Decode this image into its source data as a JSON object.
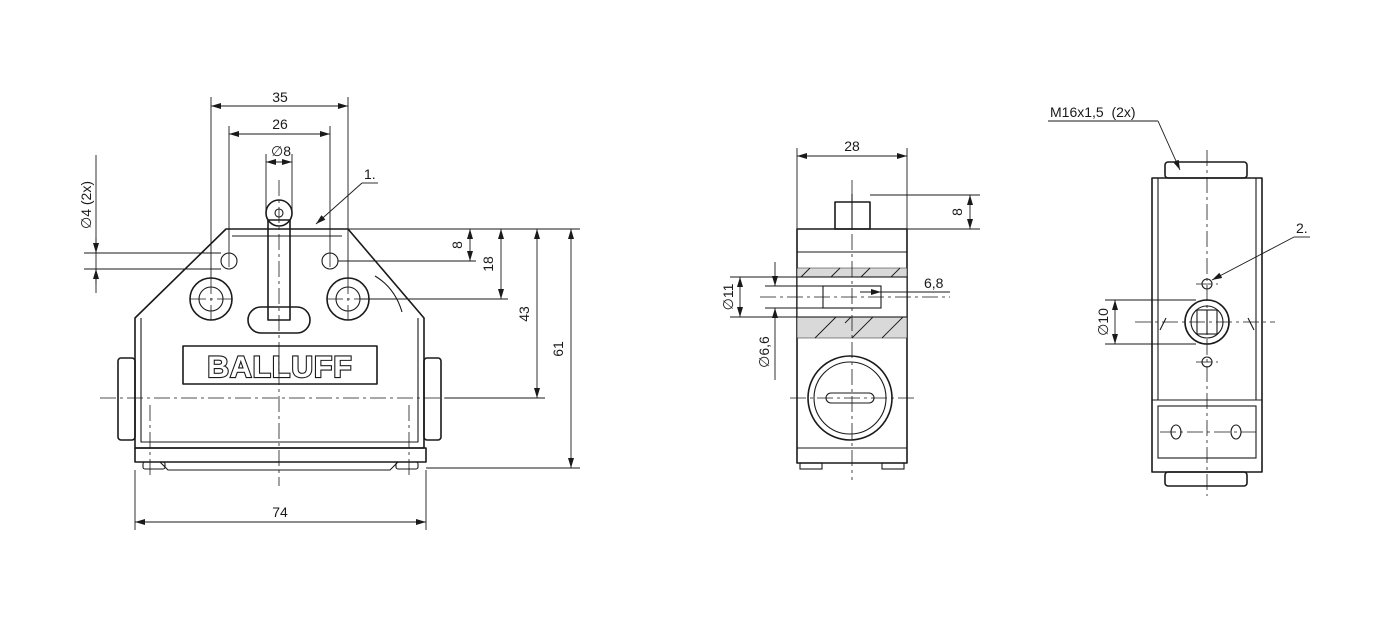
{
  "front_view": {
    "dim_width_total": "74",
    "dim_hole_spacing_outer": "35",
    "dim_hole_spacing_inner": "26",
    "dim_roller_diameter": "∅8",
    "dim_mount_hole": "∅4 (2x)",
    "dim_height_8": "8",
    "dim_height_18": "18",
    "dim_height_43": "43",
    "dim_height_61": "61",
    "callout_1": "1.",
    "logo_text": "BALLUFF"
  },
  "side_view": {
    "dim_width": "28",
    "dim_plunger_height": "8",
    "dim_bore_11": "∅11",
    "dim_bore_66": "∅6,6",
    "dim_68": "6,8"
  },
  "rear_view": {
    "thread_label": "M16x1,5  (2x)",
    "callout_2": "2.",
    "dim_10": "∅10"
  }
}
